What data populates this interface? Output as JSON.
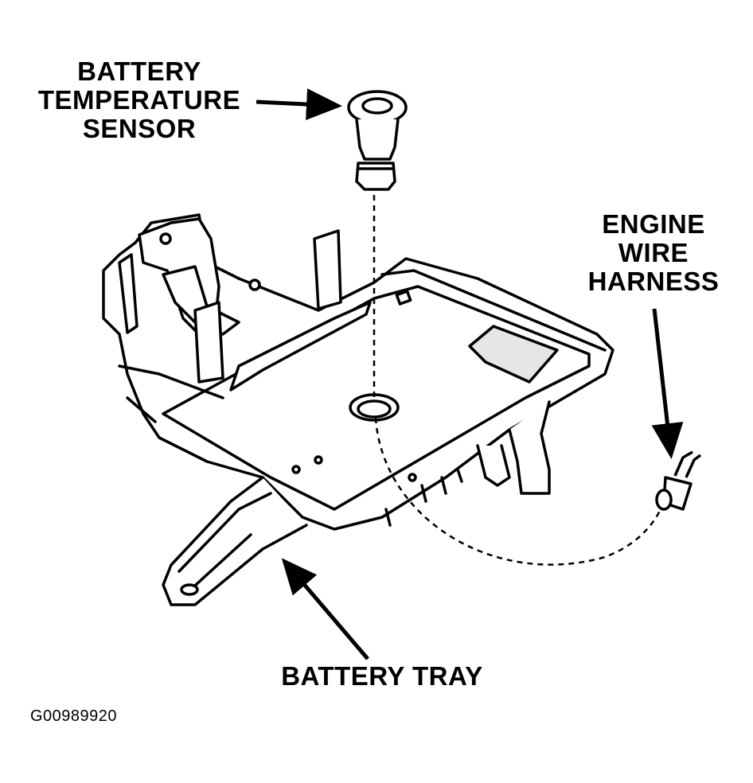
{
  "diagram": {
    "labels": {
      "sensor": [
        "BATTERY",
        "TEMPERATURE",
        "SENSOR"
      ],
      "harness": [
        "ENGINE",
        "WIRE",
        "HARNESS"
      ],
      "tray": "BATTERY TRAY"
    },
    "figure_id": "G00989920",
    "colors": {
      "ink": "#000000",
      "fill": "#ffffff",
      "shade": "#e6e6e6"
    }
  }
}
